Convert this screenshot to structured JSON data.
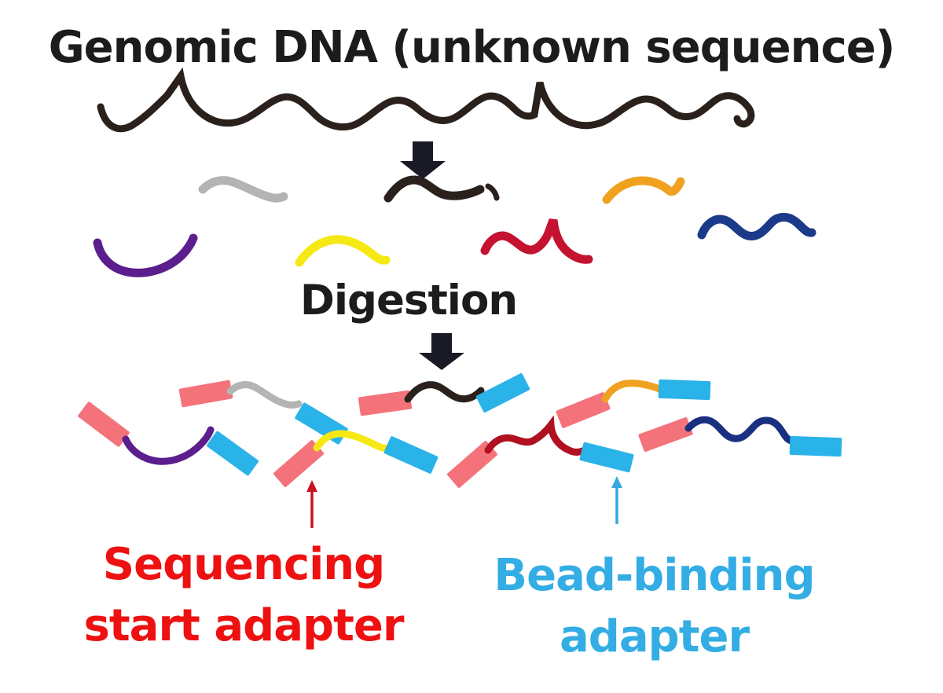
{
  "diagram": {
    "title": "Genomic DNA (unknown sequence)",
    "digestion_label": "Digestion",
    "labels": {
      "sequencing_line1": "Sequencing",
      "sequencing_line2": "start adapter",
      "bead_line1": "Bead-binding",
      "bead_line2": "adapter"
    },
    "icons": {
      "down_arrow_icon": "filled-black-down-arrow",
      "red_pointer_icon": "thin-red-up-arrow",
      "cyan_pointer_icon": "thin-cyan-up-arrow"
    },
    "legend": {
      "pink_rectangle_meaning": "Sequencing start adapter",
      "cyan_rectangle_meaning": "Bead-binding adapter"
    },
    "fragments_after_digestion": [
      "gray",
      "black",
      "orange",
      "purple",
      "yellow",
      "red",
      "navy"
    ],
    "adapted_fragments": [
      {
        "core": "gray",
        "left_adapter": "sequencing-start",
        "right_adapter": "bead-binding"
      },
      {
        "core": "black",
        "left_adapter": "sequencing-start",
        "right_adapter": "bead-binding"
      },
      {
        "core": "orange",
        "left_adapter": "sequencing-start",
        "right_adapter": "bead-binding"
      },
      {
        "core": "purple",
        "left_adapter": "sequencing-start",
        "right_adapter": "bead-binding"
      },
      {
        "core": "yellow",
        "left_adapter": "sequencing-start",
        "right_adapter": "bead-binding"
      },
      {
        "core": "red",
        "left_adapter": "sequencing-start",
        "right_adapter": "bead-binding"
      },
      {
        "core": "navy",
        "left_adapter": "sequencing-start",
        "right_adapter": "bead-binding"
      }
    ]
  },
  "colors": {
    "background": "#ffffff",
    "text_black": "#1c1c1c",
    "arrow_dark": "#191a26",
    "genomic_dna": "#2a211c",
    "pink_adapter": "#f4737b",
    "cyan_adapter": "#2ab3e8",
    "label_red": "#ee1111",
    "label_cyan": "#33ade4",
    "pointer_red": "#cc1122",
    "pointer_cyan": "#35a8dd",
    "fragment_gray": "#b4b4b4",
    "fragment_black": "#2a211c",
    "fragment_orange": "#f0a11f",
    "fragment_purple": "#5c1d8d",
    "fragment_yellow": "#f6e812",
    "fragment_red": "#c41230",
    "fragment_crimson": "#b01020",
    "fragment_navy": "#1c3a8a",
    "fragment_navy_dark": "#1a2f80"
  }
}
